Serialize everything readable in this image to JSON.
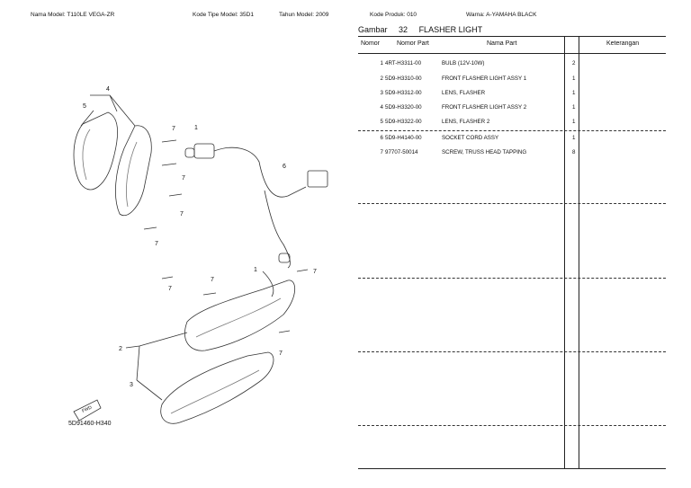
{
  "header": {
    "model_label": "Nama Model:",
    "model_value": "T110LE VEGA-ZR",
    "type_label": "Kode Tipe Model:",
    "type_value": "35D1",
    "year_label": "Tahun Model:",
    "year_value": "2009",
    "product_label": "Kode Produk:",
    "product_value": "010",
    "color_label": "Warna:",
    "color_value": "A-YAMAHA BLACK"
  },
  "figure": {
    "gambar_label": "Gambar",
    "number": "32",
    "title": "FLASHER LIGHT",
    "diagram_code": "5D91460-H340",
    "fwd_label": "FWD",
    "callouts": {
      "c1a": "1",
      "c1b": "1",
      "c2": "2",
      "c3": "3",
      "c4": "4",
      "c5": "5",
      "c6": "6",
      "c7a": "7",
      "c7b": "7",
      "c7c": "7",
      "c7d": "7",
      "c7e": "7",
      "c7f": "7",
      "c7g": "7",
      "c7h": "7"
    }
  },
  "table": {
    "headers": {
      "nomor": "Nomor",
      "part": "Nomor Part",
      "name": "Nama Part",
      "ket": "Keterangan"
    },
    "rows": [
      {
        "no": "1",
        "part": "4RT-H3311-00",
        "name": "BULB (12V-10W)",
        "qty": "2"
      },
      {
        "no": "2",
        "part": "5D9-H3310-00",
        "name": "FRONT FLASHER LIGHT ASSY 1",
        "qty": "1"
      },
      {
        "no": "3",
        "part": "5D9-H3312-00",
        "name": "LENS, FLASHER",
        "qty": "1"
      },
      {
        "no": "4",
        "part": "5D9-H3320-00",
        "name": "FRONT FLASHER LIGHT ASSY 2",
        "qty": "1"
      },
      {
        "no": "5",
        "part": "5D9-H3322-00",
        "name": "LENS, FLASHER 2",
        "qty": "1"
      },
      {
        "no": "6",
        "part": "5D9-H4140-00",
        "name": "SOCKET CORD ASSY",
        "qty": "1"
      },
      {
        "no": "7",
        "part": "97707-50014",
        "name": "SCREW, TRUSS HEAD TAPPING",
        "qty": "8"
      }
    ]
  }
}
